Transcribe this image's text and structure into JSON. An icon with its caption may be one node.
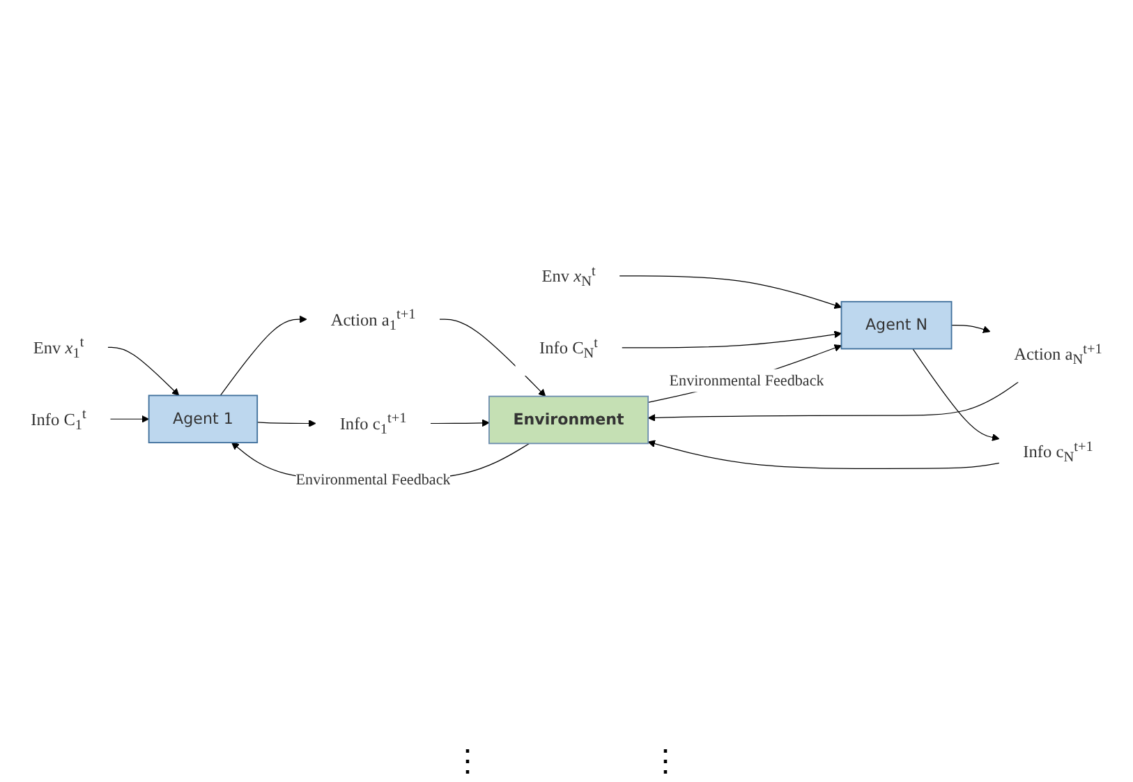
{
  "diagram": {
    "nodes": [
      {
        "text": [
          "Env *x*$_{1}$$^{t}$"
        ]
      },
      {
        "text": [
          "Info C$_{1}$$^{t}$"
        ]
      },
      {
        "text": [
          "Agent 1"
        ]
      },
      {
        "text": [
          "Action a$_{1}$$^{t+1}$"
        ]
      },
      {
        "text": [
          "Info c$_{1}$$^{t+1}$"
        ]
      },
      {
        "text": [
          "Env *x*$_{N}$$^{t}$"
        ]
      },
      {
        "text": [
          "Info C$_{N}$$^{t}$"
        ]
      },
      {
        "text": [
          "Agent N"
        ]
      },
      {
        "text": [
          "Action a$_{N}$$^{t+1}$"
        ]
      },
      {
        "text": [
          "Info c$_{N}$$^{t+1}$"
        ]
      },
      {
        "text": [
          "Environment"
        ]
      }
    ],
    "edges": [
      {
        "from": 0,
        "to": 2,
        "arrow": "to"
      },
      {
        "from": 1,
        "to": 2,
        "arrow": "to"
      },
      {
        "from": 2,
        "to": 3,
        "arrow": "to"
      },
      {
        "from": 2,
        "to": 4,
        "arrow": "to"
      },
      {
        "from": 3,
        "to": 10,
        "arrow": "to"
      },
      {
        "from": 4,
        "to": 10,
        "arrow": "to"
      },
      {
        "from": 5,
        "to": 7,
        "arrow": "to"
      },
      {
        "from": 6,
        "to": 7,
        "arrow": "to"
      },
      {
        "from": 7,
        "to": 8,
        "arrow": "to"
      },
      {
        "from": 7,
        "to": 9,
        "arrow": "to"
      },
      {
        "from": 8,
        "to": 10,
        "arrow": "to"
      },
      {
        "from": 9,
        "to": 10,
        "arrow": "to"
      },
      {
        "from": 10,
        "to": 2,
        "arrow": "to",
        "label": "Environmental Feedback"
      },
      {
        "from": 10,
        "to": 7,
        "arrow": "to",
        "label": "Environmental Feedback"
      }
    ],
    "labels": [
      "⋮",
      "⋮"
    ]
  }
}
